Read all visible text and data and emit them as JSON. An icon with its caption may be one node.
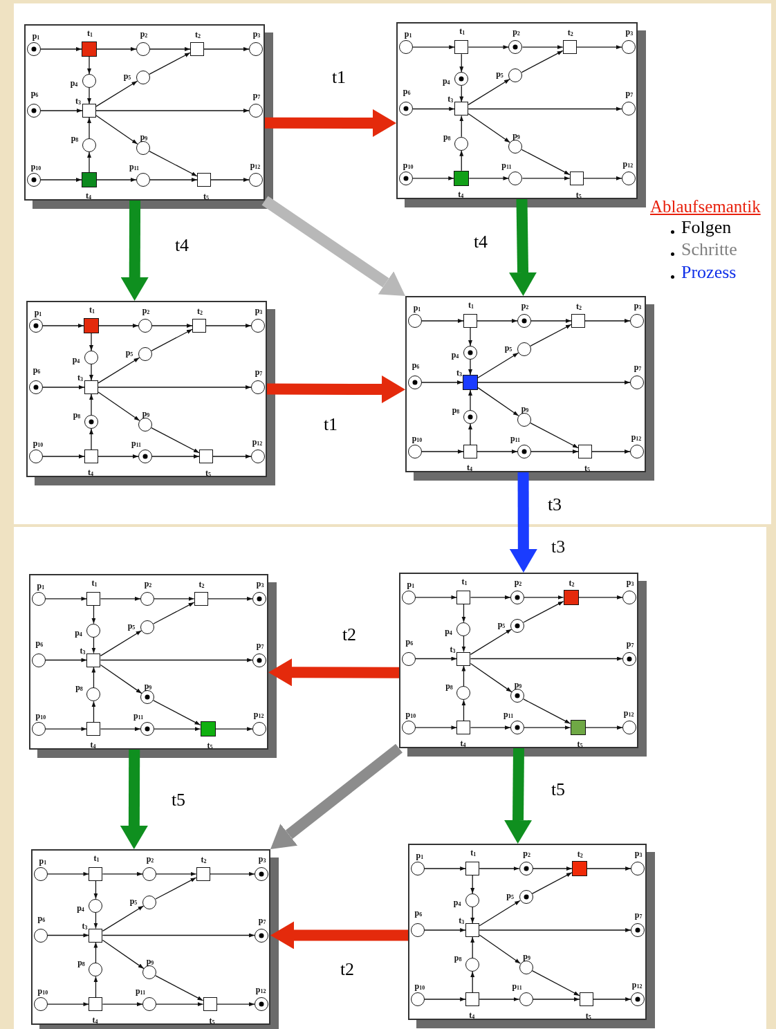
{
  "diagram": {
    "nodes": [
      {
        "text": [],
        "shape": "box"
      },
      {
        "text": [
          "p$_{1}$"
        ],
        "in": 0
      },
      {
        "text": [
          "t$_{1}$"
        ],
        "in": 0
      },
      {
        "text": [
          "p$_{2}$"
        ],
        "in": 0
      },
      {
        "text": [
          "t$_{2}$"
        ],
        "in": 0
      },
      {
        "text": [
          "p$_{3}$"
        ],
        "in": 0
      },
      {
        "text": [
          "p$_{4}$"
        ],
        "in": 0
      },
      {
        "text": [
          "p$_{5}$"
        ],
        "in": 0
      },
      {
        "text": [
          "p$_{6}$"
        ],
        "in": 0
      },
      {
        "text": [
          "t$_{3}$"
        ],
        "in": 0
      },
      {
        "text": [
          "p$_{7}$"
        ],
        "in": 0
      },
      {
        "text": [
          "p$_{8}$"
        ],
        "in": 0
      },
      {
        "text": [
          "p$_{9}$"
        ],
        "in": 0
      },
      {
        "text": [
          "p$_{10}$"
        ],
        "in": 0
      },
      {
        "text": [
          "t$_{4}$"
        ],
        "in": 0
      },
      {
        "text": [
          "p$_{11}$"
        ],
        "in": 0
      },
      {
        "text": [
          "t$_{5}$"
        ],
        "in": 0
      },
      {
        "text": [
          "p$_{12}$"
        ],
        "in": 0
      },
      {
        "text": [],
        "shape": "box"
      },
      {
        "text": [
          "p$_{1}$"
        ],
        "in": 18
      },
      {
        "text": [
          "t$_{1}$"
        ],
        "in": 18
      },
      {
        "text": [
          "p$_{2}$"
        ],
        "in": 18
      },
      {
        "text": [
          "t$_{2}$"
        ],
        "in": 18
      },
      {
        "text": [
          "p$_{3}$"
        ],
        "in": 18
      },
      {
        "text": [
          "p$_{4}$"
        ],
        "in": 18
      },
      {
        "text": [
          "p$_{5}$"
        ],
        "in": 18
      },
      {
        "text": [
          "p$_{6}$"
        ],
        "in": 18
      },
      {
        "text": [
          "t$_{3}$"
        ],
        "in": 18
      },
      {
        "text": [
          "p$_{7}$"
        ],
        "in": 18
      },
      {
        "text": [
          "p$_{8}$"
        ],
        "in": 18
      },
      {
        "text": [
          "p$_{9}$"
        ],
        "in": 18
      },
      {
        "text": [
          "p$_{10}$"
        ],
        "in": 18
      },
      {
        "text": [
          "t$_{4}$"
        ],
        "in": 18
      },
      {
        "text": [
          "p$_{11}$"
        ],
        "in": 18
      },
      {
        "text": [
          "t$_{5}$"
        ],
        "in": 18
      },
      {
        "text": [
          "p$_{12}$"
        ],
        "in": 18
      },
      {
        "text": [],
        "shape": "box"
      },
      {
        "text": [
          "p$_{1}$"
        ],
        "in": 36
      },
      {
        "text": [
          "t$_{1}$"
        ],
        "in": 36
      },
      {
        "text": [
          "p$_{2}$"
        ],
        "in": 36
      },
      {
        "text": [
          "t$_{2}$"
        ],
        "in": 36
      },
      {
        "text": [
          "p$_{3}$"
        ],
        "in": 36
      },
      {
        "text": [
          "p$_{4}$"
        ],
        "in": 36
      },
      {
        "text": [
          "p$_{5}$"
        ],
        "in": 36
      },
      {
        "text": [
          "p$_{6}$"
        ],
        "in": 36
      },
      {
        "text": [
          "t$_{3}$"
        ],
        "in": 36
      },
      {
        "text": [
          "p$_{7}$"
        ],
        "in": 36
      },
      {
        "text": [
          "p$_{8}$"
        ],
        "in": 36
      },
      {
        "text": [
          "p$_{9}$"
        ],
        "in": 36
      },
      {
        "text": [
          "p$_{10}$"
        ],
        "in": 36
      },
      {
        "text": [
          "t$_{4}$"
        ],
        "in": 36
      },
      {
        "text": [
          "p$_{11}$"
        ],
        "in": 36
      },
      {
        "text": [
          "t$_{5}$"
        ],
        "in": 36
      },
      {
        "text": [
          "p$_{12}$"
        ],
        "in": 36
      },
      {
        "text": [],
        "shape": "box"
      },
      {
        "text": [
          "p$_{1}$"
        ],
        "in": 54
      },
      {
        "text": [
          "t$_{1}$"
        ],
        "in": 54
      },
      {
        "text": [
          "p$_{2}$"
        ],
        "in": 54
      },
      {
        "text": [
          "t$_{2}$"
        ],
        "in": 54
      },
      {
        "text": [
          "p$_{3}$"
        ],
        "in": 54
      },
      {
        "text": [
          "p$_{4}$"
        ],
        "in": 54
      },
      {
        "text": [
          "p$_{5}$"
        ],
        "in": 54
      },
      {
        "text": [
          "p$_{6}$"
        ],
        "in": 54
      },
      {
        "text": [
          "t$_{3}$"
        ],
        "in": 54
      },
      {
        "text": [
          "p$_{7}$"
        ],
        "in": 54
      },
      {
        "text": [
          "p$_{8}$"
        ],
        "in": 54
      },
      {
        "text": [
          "p$_{9}$"
        ],
        "in": 54
      },
      {
        "text": [
          "p$_{10}$"
        ],
        "in": 54
      },
      {
        "text": [
          "t$_{4}$"
        ],
        "in": 54
      },
      {
        "text": [
          "p$_{11}$"
        ],
        "in": 54
      },
      {
        "text": [
          "t$_{5}$"
        ],
        "in": 54
      },
      {
        "text": [
          "p$_{12}$"
        ],
        "in": 54
      },
      {
        "text": [],
        "shape": "box"
      },
      {
        "text": [
          "p$_{1}$"
        ],
        "in": 72
      },
      {
        "text": [
          "t$_{1}$"
        ],
        "in": 72
      },
      {
        "text": [
          "p$_{2}$"
        ],
        "in": 72
      },
      {
        "text": [
          "t$_{2}$"
        ],
        "in": 72
      },
      {
        "text": [
          "p$_{3}$"
        ],
        "in": 72
      },
      {
        "text": [
          "p$_{4}$"
        ],
        "in": 72
      },
      {
        "text": [
          "p$_{5}$"
        ],
        "in": 72
      },
      {
        "text": [
          "p$_{6}$"
        ],
        "in": 72
      },
      {
        "text": [
          "t$_{3}$"
        ],
        "in": 72
      },
      {
        "text": [
          "p$_{7}$"
        ],
        "in": 72
      },
      {
        "text": [
          "p$_{8}$"
        ],
        "in": 72
      },
      {
        "text": [
          "p$_{9}$"
        ],
        "in": 72
      },
      {
        "text": [
          "p$_{10}$"
        ],
        "in": 72
      },
      {
        "text": [
          "t$_{4}$"
        ],
        "in": 72
      },
      {
        "text": [
          "p$_{11}$"
        ],
        "in": 72
      },
      {
        "text": [
          "t$_{5}$"
        ],
        "in": 72
      },
      {
        "text": [
          "p$_{12}$"
        ],
        "in": 72
      },
      {
        "text": [],
        "shape": "box"
      },
      {
        "text": [
          "p$_{1}$"
        ],
        "in": 90
      },
      {
        "text": [
          "t$_{1}$"
        ],
        "in": 90
      },
      {
        "text": [
          "p$_{2}$"
        ],
        "in": 90
      },
      {
        "text": [
          "t$_{2}$"
        ],
        "in": 90
      },
      {
        "text": [
          "p$_{3}$"
        ],
        "in": 90
      },
      {
        "text": [
          "p$_{4}$"
        ],
        "in": 90
      },
      {
        "text": [
          "p$_{5}$"
        ],
        "in": 90
      },
      {
        "text": [
          "p$_{6}$"
        ],
        "in": 90
      },
      {
        "text": [
          "t$_{3}$"
        ],
        "in": 90
      },
      {
        "text": [
          "p$_{7}$"
        ],
        "in": 90
      },
      {
        "text": [
          "p$_{8}$"
        ],
        "in": 90
      },
      {
        "text": [
          "p$_{9}$"
        ],
        "in": 90
      },
      {
        "text": [
          "p$_{10}$"
        ],
        "in": 90
      },
      {
        "text": [
          "t$_{4}$"
        ],
        "in": 90
      },
      {
        "text": [
          "p$_{11}$"
        ],
        "in": 90
      },
      {
        "text": [
          "t$_{5}$"
        ],
        "in": 90
      },
      {
        "text": [
          "p$_{12}$"
        ],
        "in": 90
      },
      {
        "text": [],
        "shape": "box"
      },
      {
        "text": [
          "p$_{1}$"
        ],
        "in": 108
      },
      {
        "text": [
          "t$_{1}$"
        ],
        "in": 108
      },
      {
        "text": [
          "p$_{2}$"
        ],
        "in": 108
      },
      {
        "text": [
          "t$_{2}$"
        ],
        "in": 108
      },
      {
        "text": [
          "p$_{3}$"
        ],
        "in": 108
      },
      {
        "text": [
          "p$_{4}$"
        ],
        "in": 108
      },
      {
        "text": [
          "p$_{5}$"
        ],
        "in": 108
      },
      {
        "text": [
          "p$_{6}$"
        ],
        "in": 108
      },
      {
        "text": [
          "t$_{3}$"
        ],
        "in": 108
      },
      {
        "text": [
          "p$_{7}$"
        ],
        "in": 108
      },
      {
        "text": [
          "p$_{8}$"
        ],
        "in": 108
      },
      {
        "text": [
          "p$_{9}$"
        ],
        "in": 108
      },
      {
        "text": [
          "p$_{10}$"
        ],
        "in": 108
      },
      {
        "text": [
          "t$_{4}$"
        ],
        "in": 108
      },
      {
        "text": [
          "p$_{11}$"
        ],
        "in": 108
      },
      {
        "text": [
          "t$_{5}$"
        ],
        "in": 108
      },
      {
        "text": [
          "p$_{12}$"
        ],
        "in": 108
      },
      {
        "text": [],
        "shape": "box"
      },
      {
        "text": [
          "p$_{1}$"
        ],
        "in": 126
      },
      {
        "text": [
          "t$_{1}$"
        ],
        "in": 126
      },
      {
        "text": [
          "p$_{2}$"
        ],
        "in": 126
      },
      {
        "text": [
          "t$_{2}$"
        ],
        "in": 126
      },
      {
        "text": [
          "p$_{3}$"
        ],
        "in": 126
      },
      {
        "text": [
          "p$_{4}$"
        ],
        "in": 126
      },
      {
        "text": [
          "p$_{5}$"
        ],
        "in": 126
      },
      {
        "text": [
          "p$_{6}$"
        ],
        "in": 126
      },
      {
        "text": [
          "t$_{3}$"
        ],
        "in": 126
      },
      {
        "text": [
          "p$_{7}$"
        ],
        "in": 126
      },
      {
        "text": [
          "p$_{8}$"
        ],
        "in": 126
      },
      {
        "text": [
          "p$_{9}$"
        ],
        "in": 126
      },
      {
        "text": [
          "p$_{10}$"
        ],
        "in": 126
      },
      {
        "text": [
          "t$_{4}$"
        ],
        "in": 126
      },
      {
        "text": [
          "p$_{11}$"
        ],
        "in": 126
      },
      {
        "text": [
          "t$_{5}$"
        ],
        "in": 126
      },
      {
        "text": [
          "p$_{12}$"
        ],
        "in": 126
      },
      {
        "text": [],
        "shape": "circle",
        "in": 1
      },
      {
        "text": [],
        "shape": "circle",
        "in": 8
      },
      {
        "text": [],
        "shape": "circle",
        "in": 13
      },
      {
        "text": [],
        "shape": "circle",
        "in": 21
      },
      {
        "text": [],
        "shape": "circle",
        "in": 24
      },
      {
        "text": [],
        "shape": "circle",
        "in": 26
      },
      {
        "text": [],
        "shape": "circle",
        "in": 31
      },
      {
        "text": [],
        "shape": "circle",
        "in": 37
      },
      {
        "text": [],
        "shape": "circle",
        "in": 44
      },
      {
        "text": [],
        "shape": "circle",
        "in": 47
      },
      {
        "text": [],
        "shape": "circle",
        "in": 51
      },
      {
        "text": [],
        "shape": "circle",
        "in": 57
      },
      {
        "text": [],
        "shape": "circle",
        "in": 60
      },
      {
        "text": [],
        "shape": "circle",
        "in": 62
      },
      {
        "text": [],
        "shape": "circle",
        "in": 65
      },
      {
        "text": [],
        "shape": "circle",
        "in": 69
      },
      {
        "text": [],
        "shape": "circle",
        "in": 77
      },
      {
        "text": [],
        "shape": "circle",
        "in": 82
      },
      {
        "text": [],
        "shape": "circle",
        "in": 84
      },
      {
        "text": [],
        "shape": "circle",
        "in": 87
      },
      {
        "text": [],
        "shape": "circle",
        "in": 93
      },
      {
        "text": [],
        "shape": "circle",
        "in": 97
      },
      {
        "text": [],
        "shape": "circle",
        "in": 100
      },
      {
        "text": [],
        "shape": "circle",
        "in": 102
      },
      {
        "text": [],
        "shape": "circle",
        "in": 105
      },
      {
        "text": [],
        "shape": "circle",
        "in": 113
      },
      {
        "text": [],
        "shape": "circle",
        "in": 118
      },
      {
        "text": [],
        "shape": "circle",
        "in": 125
      },
      {
        "text": [],
        "shape": "circle",
        "in": 129
      },
      {
        "text": [],
        "shape": "circle",
        "in": 133
      },
      {
        "text": [],
        "shape": "circle",
        "in": 136
      },
      {
        "text": [],
        "shape": "circle",
        "in": 143
      }
    ],
    "edges": [
      {
        "from": 1,
        "to": 2,
        "arrow": "to"
      },
      {
        "from": 2,
        "to": 3,
        "arrow": "to"
      },
      {
        "from": 3,
        "to": 4,
        "arrow": "to"
      },
      {
        "from": 4,
        "to": 5,
        "arrow": "to"
      },
      {
        "from": 2,
        "to": 6,
        "arrow": "to"
      },
      {
        "from": 6,
        "to": 9,
        "arrow": "to"
      },
      {
        "from": 9,
        "to": 7,
        "arrow": "to"
      },
      {
        "from": 7,
        "to": 4,
        "arrow": "to"
      },
      {
        "from": 8,
        "to": 9,
        "arrow": "to"
      },
      {
        "from": 9,
        "to": 10,
        "arrow": "to"
      },
      {
        "from": 11,
        "to": 9,
        "arrow": "to"
      },
      {
        "from": 14,
        "to": 11,
        "arrow": "to"
      },
      {
        "from": 13,
        "to": 14,
        "arrow": "to"
      },
      {
        "from": 14,
        "to": 15,
        "arrow": "to"
      },
      {
        "from": 15,
        "to": 16,
        "arrow": "to"
      },
      {
        "from": 16,
        "to": 17,
        "arrow": "to"
      },
      {
        "from": 9,
        "to": 12,
        "arrow": "to"
      },
      {
        "from": 12,
        "to": 16,
        "arrow": "to"
      },
      {
        "from": 19,
        "to": 20,
        "arrow": "to"
      },
      {
        "from": 20,
        "to": 21,
        "arrow": "to"
      },
      {
        "from": 21,
        "to": 22,
        "arrow": "to"
      },
      {
        "from": 22,
        "to": 23,
        "arrow": "to"
      },
      {
        "from": 20,
        "to": 24,
        "arrow": "to"
      },
      {
        "from": 24,
        "to": 27,
        "arrow": "to"
      },
      {
        "from": 27,
        "to": 25,
        "arrow": "to"
      },
      {
        "from": 25,
        "to": 22,
        "arrow": "to"
      },
      {
        "from": 26,
        "to": 27,
        "arrow": "to"
      },
      {
        "from": 27,
        "to": 28,
        "arrow": "to"
      },
      {
        "from": 29,
        "to": 27,
        "arrow": "to"
      },
      {
        "from": 32,
        "to": 29,
        "arrow": "to"
      },
      {
        "from": 31,
        "to": 32,
        "arrow": "to"
      },
      {
        "from": 32,
        "to": 33,
        "arrow": "to"
      },
      {
        "from": 33,
        "to": 34,
        "arrow": "to"
      },
      {
        "from": 34,
        "to": 35,
        "arrow": "to"
      },
      {
        "from": 27,
        "to": 30,
        "arrow": "to"
      },
      {
        "from": 30,
        "to": 34,
        "arrow": "to"
      },
      {
        "from": 37,
        "to": 38,
        "arrow": "to"
      },
      {
        "from": 38,
        "to": 39,
        "arrow": "to"
      },
      {
        "from": 39,
        "to": 40,
        "arrow": "to"
      },
      {
        "from": 40,
        "to": 41,
        "arrow": "to"
      },
      {
        "from": 38,
        "to": 42,
        "arrow": "to"
      },
      {
        "from": 42,
        "to": 45,
        "arrow": "to"
      },
      {
        "from": 45,
        "to": 43,
        "arrow": "to"
      },
      {
        "from": 43,
        "to": 40,
        "arrow": "to"
      },
      {
        "from": 44,
        "to": 45,
        "arrow": "to"
      },
      {
        "from": 45,
        "to": 46,
        "arrow": "to"
      },
      {
        "from": 47,
        "to": 45,
        "arrow": "to"
      },
      {
        "from": 50,
        "to": 47,
        "arrow": "to"
      },
      {
        "from": 49,
        "to": 50,
        "arrow": "to"
      },
      {
        "from": 50,
        "to": 51,
        "arrow": "to"
      },
      {
        "from": 51,
        "to": 52,
        "arrow": "to"
      },
      {
        "from": 52,
        "to": 53,
        "arrow": "to"
      },
      {
        "from": 45,
        "to": 48,
        "arrow": "to"
      },
      {
        "from": 48,
        "to": 52,
        "arrow": "to"
      },
      {
        "from": 55,
        "to": 56,
        "arrow": "to"
      },
      {
        "from": 56,
        "to": 57,
        "arrow": "to"
      },
      {
        "from": 57,
        "to": 58,
        "arrow": "to"
      },
      {
        "from": 58,
        "to": 59,
        "arrow": "to"
      },
      {
        "from": 56,
        "to": 60,
        "arrow": "to"
      },
      {
        "from": 60,
        "to": 63,
        "arrow": "to"
      },
      {
        "from": 63,
        "to": 61,
        "arrow": "to"
      },
      {
        "from": 61,
        "to": 58,
        "arrow": "to"
      },
      {
        "from": 62,
        "to": 63,
        "arrow": "to"
      },
      {
        "from": 63,
        "to": 64,
        "arrow": "to"
      },
      {
        "from": 65,
        "to": 63,
        "arrow": "to"
      },
      {
        "from": 68,
        "to": 65,
        "arrow": "to"
      },
      {
        "from": 67,
        "to": 68,
        "arrow": "to"
      },
      {
        "from": 68,
        "to": 69,
        "arrow": "to"
      },
      {
        "from": 69,
        "to": 70,
        "arrow": "to"
      },
      {
        "from": 70,
        "to": 71,
        "arrow": "to"
      },
      {
        "from": 63,
        "to": 66,
        "arrow": "to"
      },
      {
        "from": 66,
        "to": 70,
        "arrow": "to"
      },
      {
        "from": 73,
        "to": 74,
        "arrow": "to"
      },
      {
        "from": 74,
        "to": 75,
        "arrow": "to"
      },
      {
        "from": 75,
        "to": 76,
        "arrow": "to"
      },
      {
        "from": 76,
        "to": 77,
        "arrow": "to"
      },
      {
        "from": 74,
        "to": 78,
        "arrow": "to"
      },
      {
        "from": 78,
        "to": 81,
        "arrow": "to"
      },
      {
        "from": 81,
        "to": 79,
        "arrow": "to"
      },
      {
        "from": 79,
        "to": 76,
        "arrow": "to"
      },
      {
        "from": 80,
        "to": 81,
        "arrow": "to"
      },
      {
        "from": 81,
        "to": 82,
        "arrow": "to"
      },
      {
        "from": 83,
        "to": 81,
        "arrow": "to"
      },
      {
        "from": 86,
        "to": 83,
        "arrow": "to"
      },
      {
        "from": 85,
        "to": 86,
        "arrow": "to"
      },
      {
        "from": 86,
        "to": 87,
        "arrow": "to"
      },
      {
        "from": 87,
        "to": 88,
        "arrow": "to"
      },
      {
        "from": 88,
        "to": 89,
        "arrow": "to"
      },
      {
        "from": 81,
        "to": 84,
        "arrow": "to"
      },
      {
        "from": 84,
        "to": 88,
        "arrow": "to"
      },
      {
        "from": 91,
        "to": 92,
        "arrow": "to"
      },
      {
        "from": 92,
        "to": 93,
        "arrow": "to"
      },
      {
        "from": 93,
        "to": 94,
        "arrow": "to"
      },
      {
        "from": 94,
        "to": 95,
        "arrow": "to"
      },
      {
        "from": 92,
        "to": 96,
        "arrow": "to"
      },
      {
        "from": 96,
        "to": 99,
        "arrow": "to"
      },
      {
        "from": 99,
        "to": 97,
        "arrow": "to"
      },
      {
        "from": 97,
        "to": 94,
        "arrow": "to"
      },
      {
        "from": 98,
        "to": 99,
        "arrow": "to"
      },
      {
        "from": 99,
        "to": 100,
        "arrow": "to"
      },
      {
        "from": 101,
        "to": 99,
        "arrow": "to"
      },
      {
        "from": 104,
        "to": 101,
        "arrow": "to"
      },
      {
        "from": 103,
        "to": 104,
        "arrow": "to"
      },
      {
        "from": 104,
        "to": 105,
        "arrow": "to"
      },
      {
        "from": 105,
        "to": 106,
        "arrow": "to"
      },
      {
        "from": 106,
        "to": 107,
        "arrow": "to"
      },
      {
        "from": 99,
        "to": 102,
        "arrow": "to"
      },
      {
        "from": 102,
        "to": 106,
        "arrow": "to"
      },
      {
        "from": 109,
        "to": 110,
        "arrow": "to"
      },
      {
        "from": 110,
        "to": 111,
        "arrow": "to"
      },
      {
        "from": 111,
        "to": 112,
        "arrow": "to"
      },
      {
        "from": 112,
        "to": 113,
        "arrow": "to"
      },
      {
        "from": 110,
        "to": 114,
        "arrow": "to"
      },
      {
        "from": 114,
        "to": 117,
        "arrow": "to"
      },
      {
        "from": 117,
        "to": 115,
        "arrow": "to"
      },
      {
        "from": 115,
        "to": 112,
        "arrow": "to"
      },
      {
        "from": 116,
        "to": 117,
        "arrow": "to"
      },
      {
        "from": 117,
        "to": 118,
        "arrow": "to"
      },
      {
        "from": 119,
        "to": 117,
        "arrow": "to"
      },
      {
        "from": 122,
        "to": 119,
        "arrow": "to"
      },
      {
        "from": 121,
        "to": 122,
        "arrow": "to"
      },
      {
        "from": 122,
        "to": 123,
        "arrow": "to"
      },
      {
        "from": 123,
        "to": 124,
        "arrow": "to"
      },
      {
        "from": 124,
        "to": 125,
        "arrow": "to"
      },
      {
        "from": 117,
        "to": 120,
        "arrow": "to"
      },
      {
        "from": 120,
        "to": 124,
        "arrow": "to"
      },
      {
        "from": 127,
        "to": 128,
        "arrow": "to"
      },
      {
        "from": 128,
        "to": 129,
        "arrow": "to"
      },
      {
        "from": 129,
        "to": 130,
        "arrow": "to"
      },
      {
        "from": 130,
        "to": 131,
        "arrow": "to"
      },
      {
        "from": 128,
        "to": 132,
        "arrow": "to"
      },
      {
        "from": 132,
        "to": 135,
        "arrow": "to"
      },
      {
        "from": 135,
        "to": 133,
        "arrow": "to"
      },
      {
        "from": 133,
        "to": 130,
        "arrow": "to"
      },
      {
        "from": 134,
        "to": 135,
        "arrow": "to"
      },
      {
        "from": 135,
        "to": 136,
        "arrow": "to"
      },
      {
        "from": 137,
        "to": 135,
        "arrow": "to"
      },
      {
        "from": 140,
        "to": 137,
        "arrow": "to"
      },
      {
        "from": 139,
        "to": 140,
        "arrow": "to"
      },
      {
        "from": 140,
        "to": 141,
        "arrow": "to"
      },
      {
        "from": 141,
        "to": 142,
        "arrow": "to"
      },
      {
        "from": 142,
        "to": 143,
        "arrow": "to"
      },
      {
        "from": 135,
        "to": 138,
        "arrow": "to"
      },
      {
        "from": 138,
        "to": 142,
        "arrow": "to"
      },
      {
        "from": 0,
        "to": 18,
        "arrow": "to",
        "label": "t1",
        "style": "thick",
        "color": "#e42a0c"
      },
      {
        "from": 0,
        "to": 36,
        "arrow": "to",
        "label": "t4",
        "style": "thick",
        "color": "#0f8f1f"
      },
      {
        "from": 0,
        "to": 54,
        "arrow": "to",
        "style": "thick",
        "color": "#b8b8b8"
      },
      {
        "from": 18,
        "to": 54,
        "arrow": "to",
        "label": "t4",
        "style": "thick",
        "color": "#0f8f1f"
      },
      {
        "from": 36,
        "to": 54,
        "arrow": "to",
        "label": "t1",
        "style": "thick",
        "color": "#e42a0c"
      },
      {
        "from": 54,
        "to": 90,
        "arrow": "to",
        "label": "t3",
        "style": "thick",
        "color": "#1a3cff"
      },
      {
        "from": 90,
        "to": 72,
        "arrow": "to",
        "label": "t2",
        "style": "thick",
        "color": "#e42a0c"
      },
      {
        "from": 72,
        "to": 108,
        "arrow": "to",
        "label": "t5",
        "style": "thick",
        "color": "#0f8f1f"
      },
      {
        "from": 90,
        "to": 108,
        "arrow": "to",
        "style": "thick",
        "color": "#8c8c8c"
      },
      {
        "from": 90,
        "to": 126,
        "arrow": "to",
        "label": "t5",
        "style": "thick",
        "color": "#0f8f1f"
      },
      {
        "from": 126,
        "to": 108,
        "arrow": "to",
        "label": "t2",
        "style": "thick",
        "color": "#e42a0c"
      }
    ],
    "labels": [
      "Ablaufsemantik",
      "Folgen",
      "Schritte",
      "Prozess",
      "t3"
    ]
  }
}
